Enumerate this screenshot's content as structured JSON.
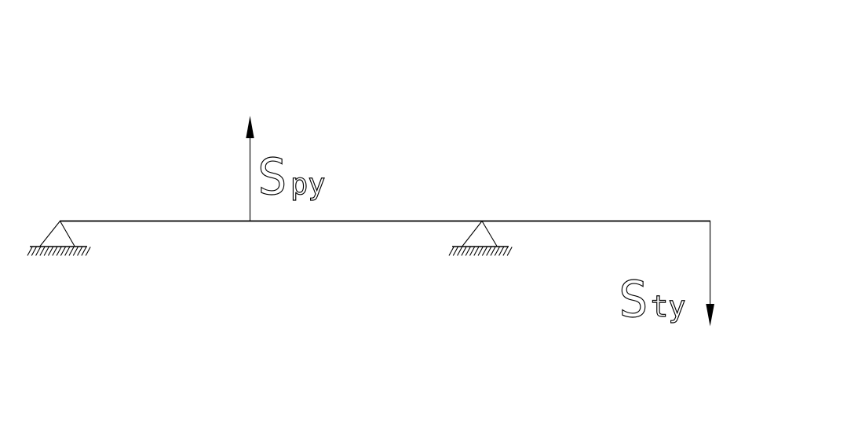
{
  "colors": {
    "background": "#ffffff",
    "line": "#000000"
  },
  "diagram": {
    "labels": {
      "upward_force": {
        "text": "Spy",
        "initial": "S",
        "rest": "py"
      },
      "downward_force": {
        "text": "Sty",
        "initial": "S",
        "rest": "ty"
      }
    }
  }
}
